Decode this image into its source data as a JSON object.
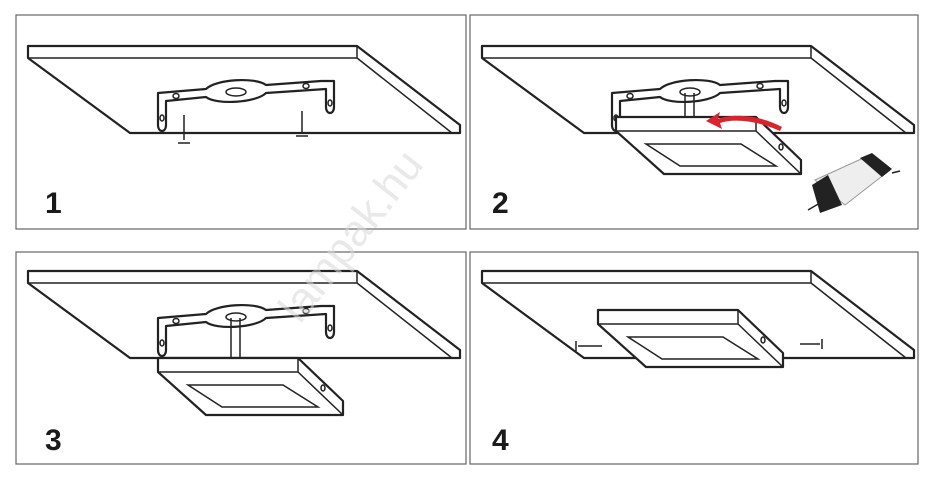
{
  "title": "Ceiling-mounted LED panel installation steps",
  "steps": [
    {
      "number": "1"
    },
    {
      "number": "2"
    },
    {
      "number": "3"
    },
    {
      "number": "4"
    }
  ],
  "watermark": "lampak.hu",
  "colors": {
    "arrow": "#d9232d",
    "frame": "#666666",
    "line": "#222222"
  }
}
